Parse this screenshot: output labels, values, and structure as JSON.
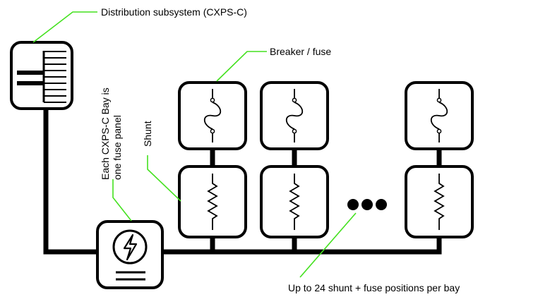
{
  "labels": {
    "distribution": "Distribution subsystem (CXPS-C)",
    "breaker": "Breaker / fuse",
    "shunt": "Shunt",
    "bay_line1": "Each CXPS-C Bay is",
    "bay_line2": "one fuse panel",
    "positions": "Up to 24 shunt + fuse positions per bay"
  },
  "colors": {
    "callout": "#44e11f",
    "lines": "#000000",
    "fill": "#ffffff"
  },
  "icons": {
    "distribution": "distribution-panel-icon",
    "bay": "lightning-bolt-icon",
    "breaker": "fuse-symbol-icon",
    "shunt": "resistor-symbol-icon",
    "more": "ellipsis-icon"
  }
}
